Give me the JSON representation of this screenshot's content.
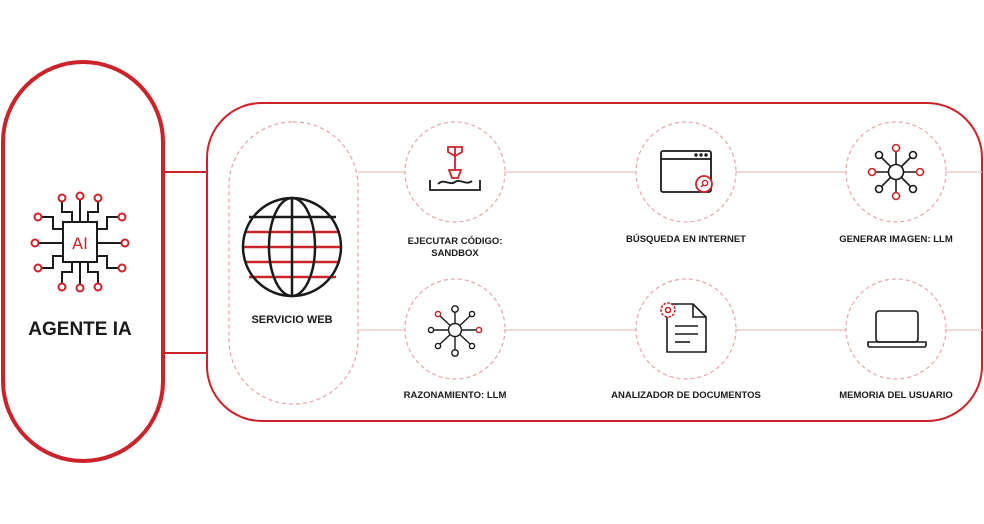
{
  "agent": {
    "title": "AGENTE IA",
    "chip_text": "AI",
    "icon": "ai-chip-icon"
  },
  "web_service": {
    "label": "SERVICIO WEB",
    "icon": "globe-icon"
  },
  "tools": [
    {
      "id": "code",
      "line1": "EJECUTAR CÓDIGO:",
      "line2": "SANDBOX",
      "icon": "sandbox-shovel-icon"
    },
    {
      "id": "search",
      "line1": "BÚSQUEDA EN INTERNET",
      "line2": "",
      "icon": "browser-search-icon"
    },
    {
      "id": "image",
      "line1": "GENERAR IMAGEN: LLM",
      "line2": "",
      "icon": "network-hub-icon"
    },
    {
      "id": "reasoning",
      "line1": "RAZONAMIENTO: LLM",
      "line2": "",
      "icon": "network-hub-icon"
    },
    {
      "id": "docs",
      "line1": "ANALIZADOR DE DOCUMENTOS",
      "line2": "",
      "icon": "document-gear-icon"
    },
    {
      "id": "memory",
      "line1": "MEMORIA DEL USUARIO",
      "line2": "",
      "icon": "laptop-icon"
    }
  ],
  "colors": {
    "accent": "#cc2229",
    "dashed": "#e8a5a8",
    "stroke": "#1a1a1a"
  }
}
